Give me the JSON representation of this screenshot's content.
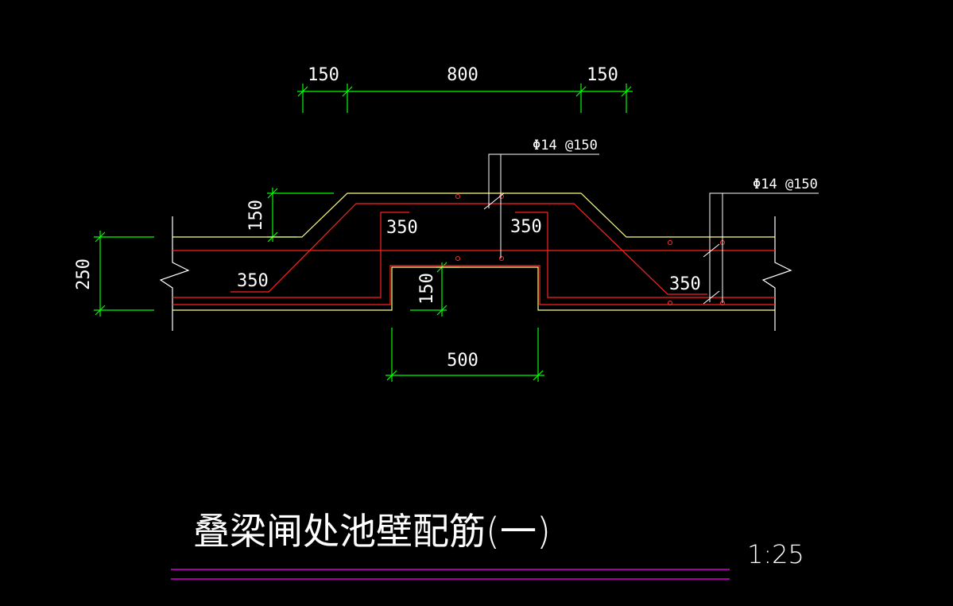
{
  "drawing": {
    "dimensions": {
      "top_left": "150",
      "top_middle": "800",
      "top_right": "150",
      "left_step_height": "150",
      "wall_thickness": "250",
      "lower_step_height": "150",
      "bottom_width": "500"
    },
    "rebar": {
      "label_center": "Φ14 @150",
      "label_right": "Φ14 @150",
      "lap_left": "350",
      "lap_inner_left": "350",
      "lap_inner_right": "350",
      "lap_right": "350"
    },
    "title": "叠梁闸处池壁配筋(一)",
    "scale": "1:25"
  },
  "colors": {
    "background": "#000000",
    "dimension": "#00ff00",
    "outline": "#ffff80",
    "rebar": "#ff2020",
    "rebar_dot": "#ff3030",
    "text": "#ffffff",
    "underline": "#ff00ff"
  }
}
